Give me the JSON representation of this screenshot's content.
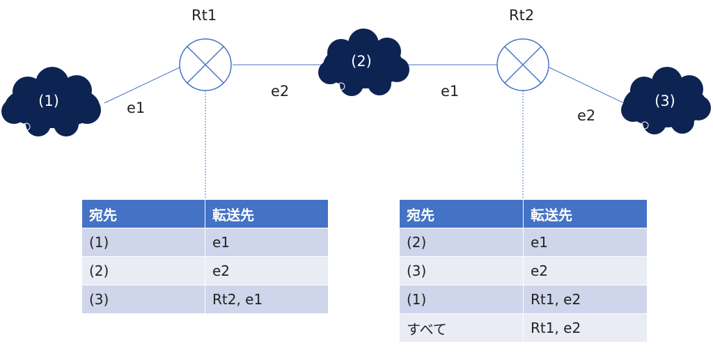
{
  "nodes": {
    "router1": {
      "label": "Rt1"
    },
    "router2": {
      "label": "Rt2"
    },
    "network1": {
      "label": "(1)"
    },
    "network2": {
      "label": "(2)"
    },
    "network3": {
      "label": "(3)"
    }
  },
  "links": {
    "rt1_to_net1": "e1",
    "rt1_to_net2": "e2",
    "rt2_to_net2": "e1",
    "rt2_to_net3": "e2"
  },
  "colors": {
    "cloud": "#0d2452",
    "table_header": "#4472c4",
    "row_odd": "#cfd5ea",
    "row_even": "#e9ebf5",
    "line": "#4472c4"
  },
  "table_rt1": {
    "headers": [
      "宛先",
      "転送先"
    ],
    "rows": [
      [
        "(1)",
        "e1"
      ],
      [
        "(2)",
        "e2"
      ],
      [
        "(3)",
        "Rt2, e1"
      ]
    ]
  },
  "table_rt2": {
    "headers": [
      "宛先",
      "転送先"
    ],
    "rows": [
      [
        "(2)",
        "e1"
      ],
      [
        "(3)",
        "e2"
      ],
      [
        "(1)",
        "Rt1, e2"
      ],
      [
        "すべて",
        "Rt1, e2"
      ]
    ]
  }
}
